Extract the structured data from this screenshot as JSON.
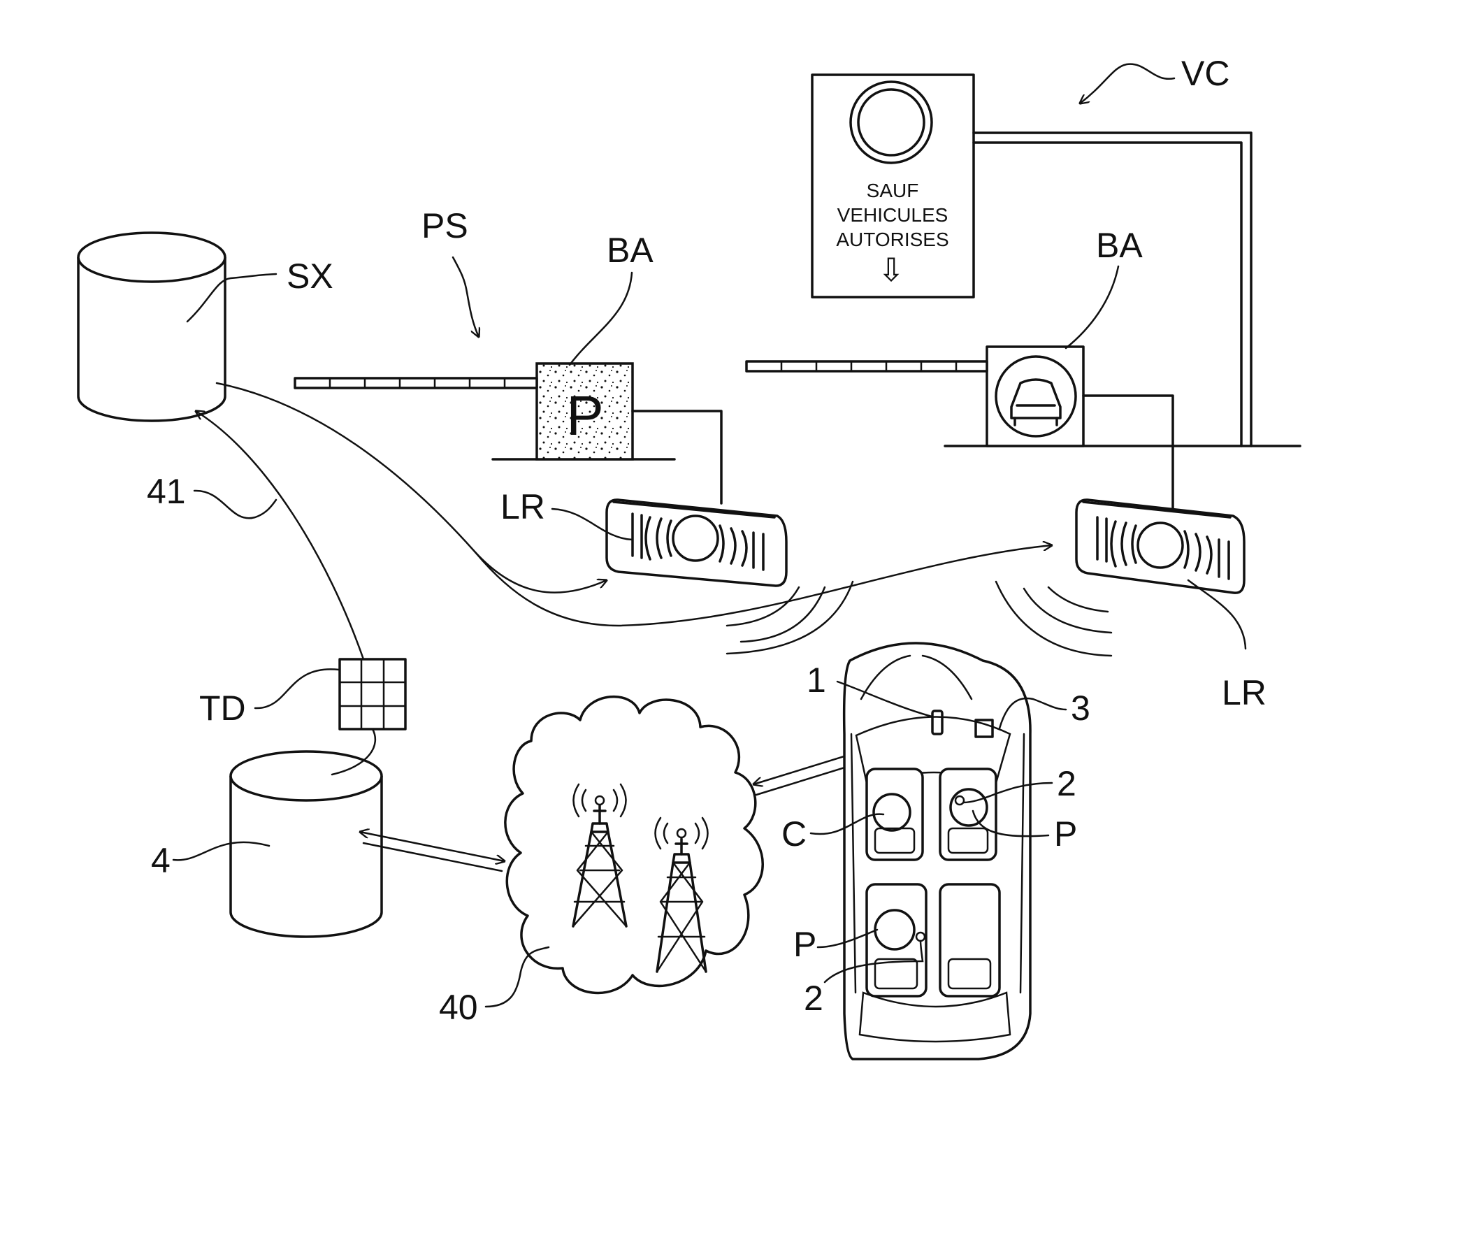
{
  "labels": {
    "vc": "VC",
    "ps": "PS",
    "ba_left": "BA",
    "ba_right": "BA",
    "sx": "SX",
    "lr_left": "LR",
    "lr_right": "LR",
    "n41": "41",
    "td": "TD",
    "n4": "4",
    "n40": "40",
    "n1": "1",
    "n3": "3",
    "n2_top": "2",
    "n2_bottom": "2",
    "c": "C",
    "p_right": "P",
    "p_left": "P",
    "parking_p": "P"
  },
  "sign": {
    "line1": "SAUF",
    "line2": "VEHICULES",
    "line3": "AUTORISES",
    "arrow": "⇩"
  },
  "colors": {
    "ink": "#111111",
    "paper": "#ffffff"
  }
}
